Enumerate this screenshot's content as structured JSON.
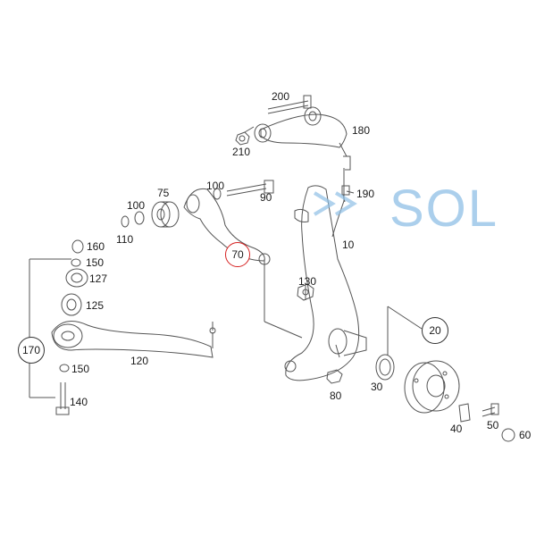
{
  "diagram": {
    "labels": {
      "l200": "200",
      "l180": "180",
      "l210": "210",
      "l190": "190",
      "l10": "10",
      "l75": "75",
      "l100a": "100",
      "l100b": "100",
      "l90": "90",
      "l110": "110",
      "l160": "160",
      "l150a": "150",
      "l127": "127",
      "l125": "125",
      "l70": "70",
      "l130": "130",
      "l120": "120",
      "l150b": "150",
      "l140": "140",
      "l170": "170",
      "l80": "80",
      "l30": "30",
      "l20": "20",
      "l40": "40",
      "l50": "50",
      "l60": "60"
    },
    "highlight_color": "#d62020",
    "watermark": "SOL"
  }
}
